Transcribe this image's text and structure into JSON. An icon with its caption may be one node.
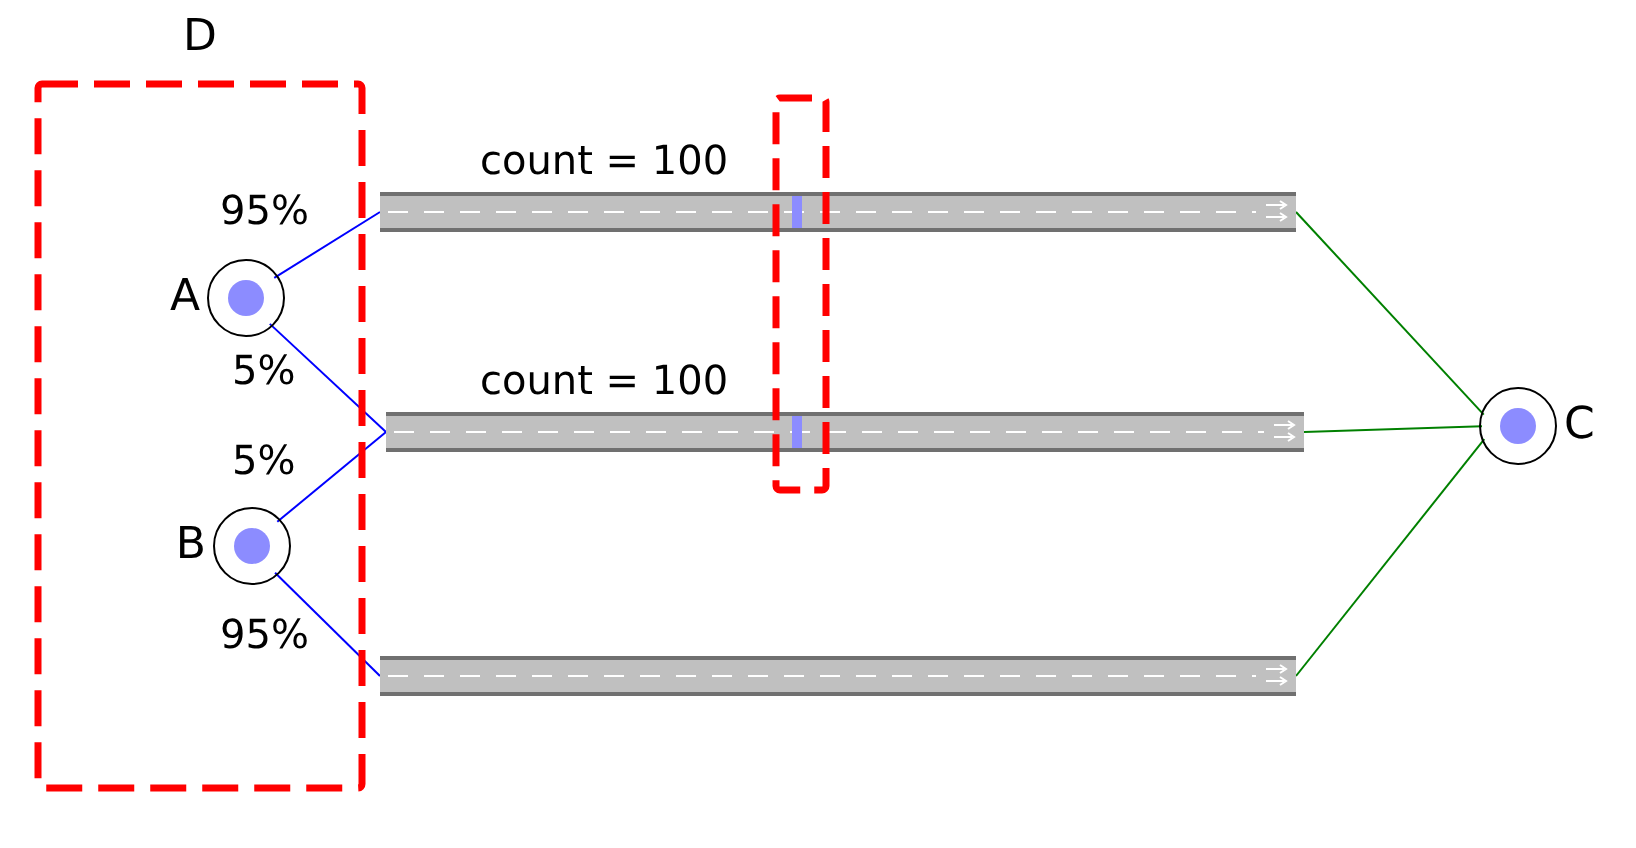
{
  "diagram": {
    "nodes": [
      {
        "text": [
          "D"
        ]
      },
      {
        "text": [
          "A"
        ],
        "in": 0
      },
      {
        "text": [
          "B"
        ],
        "in": 0
      },
      {
        "text": [],
        "shape": "bar",
        "beside": [
          "count = 100"
        ]
      },
      {
        "text": [],
        "shape": "bar",
        "beside": [
          "count = 100"
        ]
      },
      {
        "text": [],
        "shape": "bar"
      },
      {
        "text": [
          "C"
        ]
      },
      {
        "text": [],
        "shape": "box"
      }
    ],
    "edges": [
      {
        "from": 1,
        "to": 3,
        "arrow": "none",
        "label": "95%",
        "color": "#0000ff"
      },
      {
        "from": 1,
        "to": 4,
        "arrow": "none",
        "label": "5%",
        "color": "#0000ff"
      },
      {
        "from": 2,
        "to": 4,
        "arrow": "none",
        "label": "5%",
        "color": "#0000ff"
      },
      {
        "from": 2,
        "to": 5,
        "arrow": "none",
        "label": "95%",
        "color": "#0000ff"
      },
      {
        "from": 3,
        "to": 6,
        "arrow": "none",
        "color": "#008000"
      },
      {
        "from": 4,
        "to": 6,
        "arrow": "none",
        "color": "#008000"
      },
      {
        "from": 5,
        "to": 6,
        "arrow": "none",
        "color": "#008000"
      }
    ]
  }
}
